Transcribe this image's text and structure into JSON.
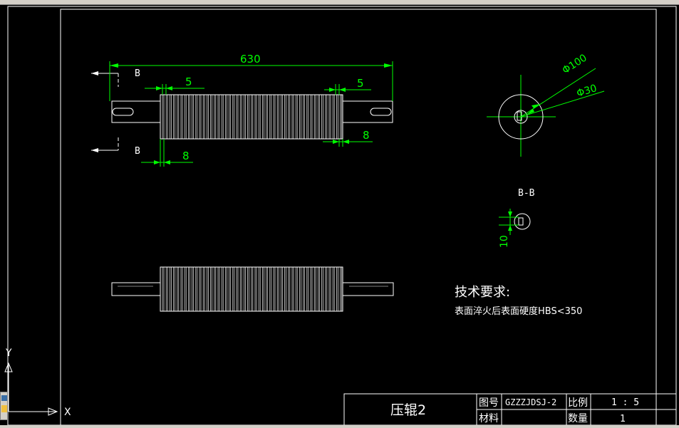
{
  "drawing": {
    "dim_overall": "630",
    "dim_left_groove": "5",
    "dim_right_groove": "5",
    "dim_left_pitch": "8",
    "dim_right_pitch": "8",
    "section_mark_top": "B",
    "section_mark_bottom": "B",
    "dim_dia_outer": "Φ100",
    "dim_dia_inner": "Φ30",
    "section_title": "B-B",
    "dim_section_height": "10"
  },
  "notes": {
    "heading": "技术要求:",
    "text": "表面淬火后表面硬度HBS<350"
  },
  "title_block": {
    "part_name": "压辊2",
    "drawing_no_label": "图号",
    "drawing_no": "GZZZJDSJ-2",
    "scale_label": "比例",
    "scale": "1 : 5",
    "material_label": "材料",
    "material": "",
    "qty_label": "数量",
    "qty": "1"
  },
  "ucs": {
    "y_label": "Y",
    "x_label": "X"
  },
  "colors": {
    "dimension": "#00ff00",
    "geometry": "#ffffff",
    "centerline": "#00ff00",
    "background": "#000000"
  }
}
